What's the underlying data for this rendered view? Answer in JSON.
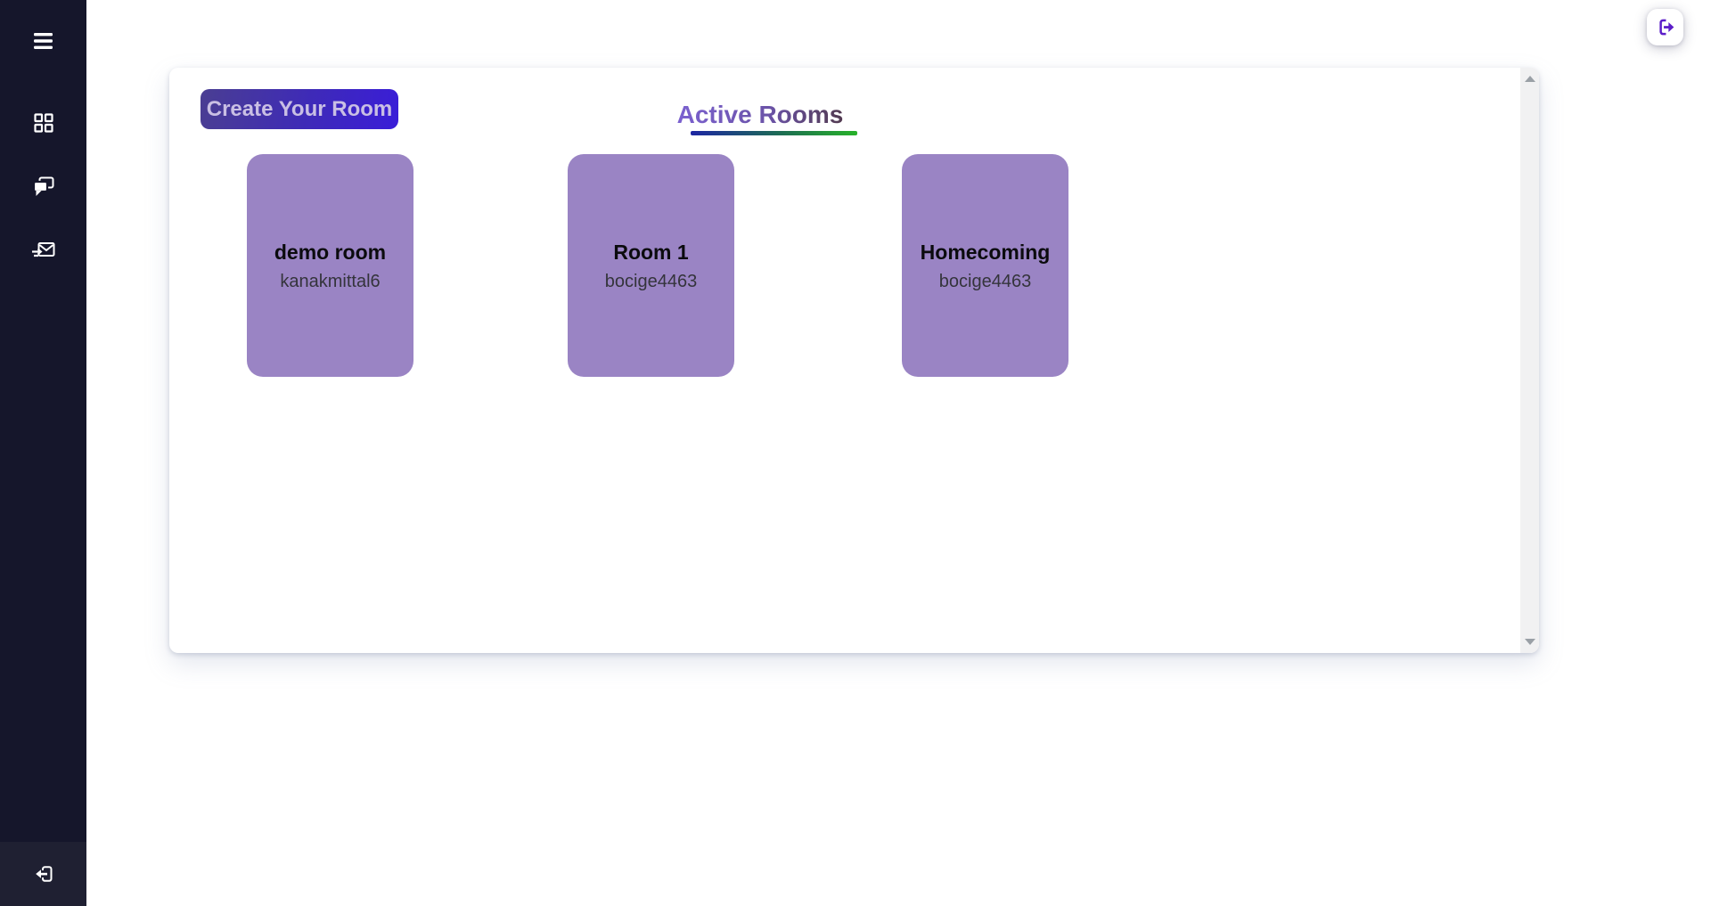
{
  "sidebar": {
    "bg_color": "#15162b",
    "footer_bg_color": "#1f2032",
    "icon_color": "#ffffff",
    "items": [
      {
        "icon": "hamburger-menu-icon"
      },
      {
        "icon": "dashboard-grid-icon"
      },
      {
        "icon": "chat-bubbles-icon"
      },
      {
        "icon": "send-mail-icon"
      }
    ],
    "logout_icon": "box-arrow-left-icon"
  },
  "header": {
    "signout_icon": "sign-out-right-icon",
    "signout_icon_color": "#5c1ec9"
  },
  "main": {
    "create_room_button": "Create Your Room",
    "create_button_gradient": [
      "#4a3e92",
      "#3a1dd8"
    ],
    "create_button_text_color": "#c9bfe4",
    "heading": "Active Rooms",
    "heading_gradient": [
      "#7b61d0",
      "#523a50"
    ],
    "underline_gradient": [
      "#1d26a3",
      "#1d6e52",
      "#27b229"
    ],
    "card_color": "#9a84c4",
    "rooms": [
      {
        "title": "demo room",
        "owner": "kanakmittal6"
      },
      {
        "title": "Room 1",
        "owner": "bocige4463"
      },
      {
        "title": "Homecoming",
        "owner": "bocige4463"
      }
    ]
  }
}
